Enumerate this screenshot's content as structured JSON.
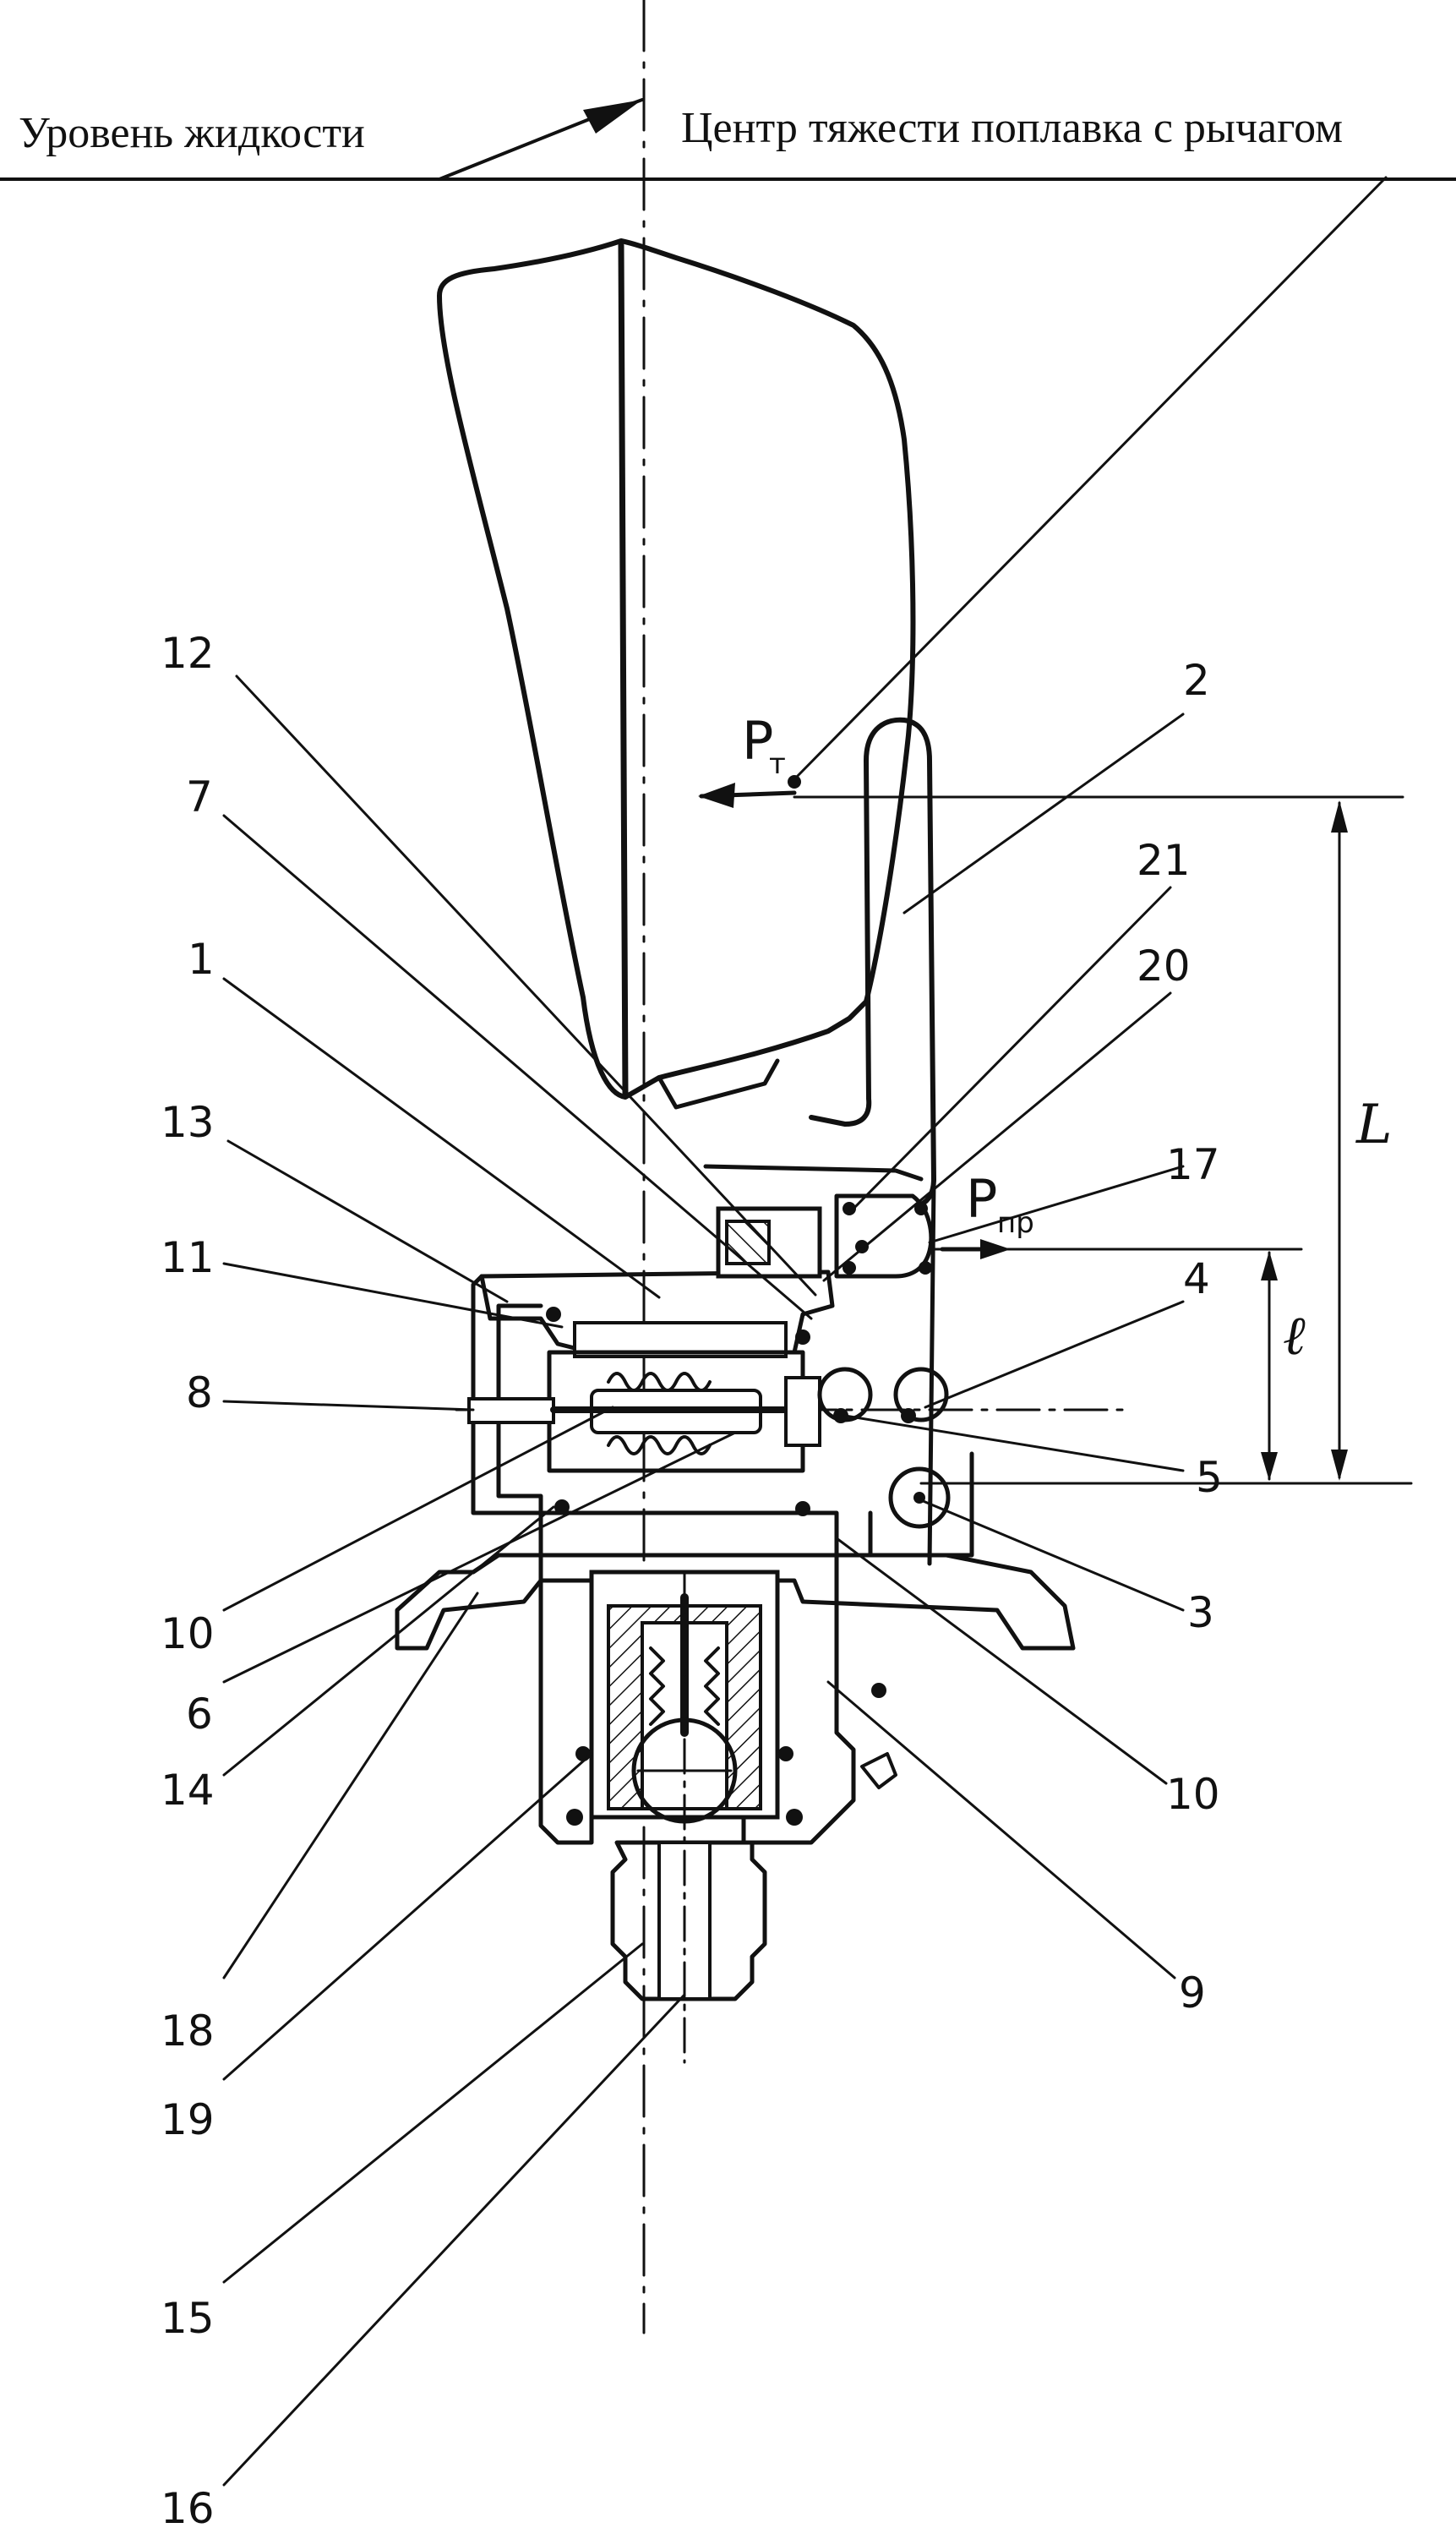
{
  "header": {
    "liquid_level": "Уровень жидкости",
    "center_of_gravity": "Центр тяжести поплавка с рычагом"
  },
  "forces": {
    "weight_main": "P",
    "weight_sub": "т",
    "spring_main": "P",
    "spring_sub": "пр"
  },
  "dimensions": {
    "long_arm": "L",
    "short_arm": "ℓ"
  },
  "callouts": [
    "12",
    "7",
    "1",
    "13",
    "11",
    "8",
    "10",
    "6",
    "14",
    "18",
    "19",
    "15",
    "16",
    "2",
    "21",
    "20",
    "17",
    "4",
    "5",
    "3",
    "10",
    "9"
  ],
  "colors": {
    "ink": "#111111",
    "paper": "#ffffff"
  }
}
